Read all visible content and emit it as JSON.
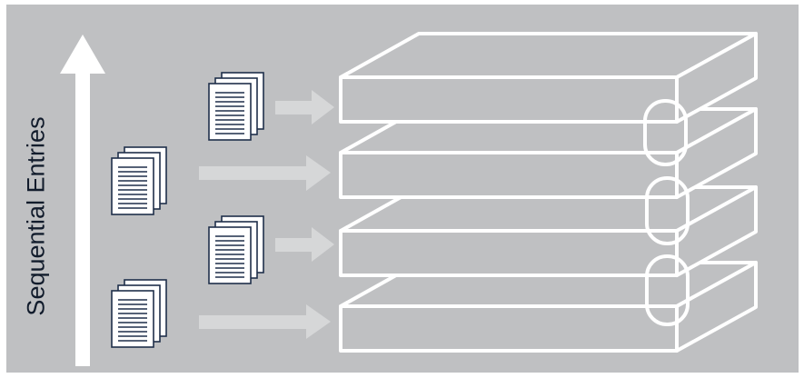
{
  "axis_label": "Sequential Entries",
  "colors": {
    "background": "#bfc0c2",
    "arrow_up": "#ffffff",
    "arrow_flow": "#d6d7d8",
    "document_fill": "#ffffff",
    "document_stroke": "#1f2f4a",
    "block_stroke": "#ffffff"
  },
  "icons": [
    "document-stack-icon"
  ],
  "blocks": {
    "count": 4,
    "chained": true
  },
  "document_stacks": {
    "count": 4
  }
}
